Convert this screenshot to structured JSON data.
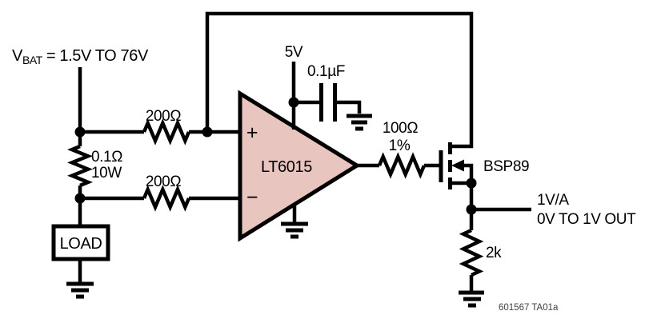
{
  "colors": {
    "background": "#ffffff",
    "wire": "#000000",
    "text": "#000000",
    "opamp_fill": "#e9c5bf",
    "footnote": "#404040"
  },
  "battery": {
    "prefix": "V",
    "subscript": "BAT",
    "range": "= 1.5V TO 76V"
  },
  "resistors": {
    "top_input": "200Ω",
    "bottom_input": "200Ω",
    "shunt_value": "0.1Ω",
    "shunt_power": "10W",
    "gate_value": "100Ω",
    "gate_tolerance": "1%",
    "pulldown": "2k"
  },
  "load_label": "LOAD",
  "opamp": {
    "part": "LT6015",
    "noninverting": "+",
    "inverting": "−"
  },
  "supply": {
    "rail": "5V",
    "bypass_cap": "0.1µF"
  },
  "mosfet_part": "BSP89",
  "output": {
    "gain": "1V/A",
    "range": "0V TO 1V OUT"
  },
  "footnote": "601567 TA01a"
}
